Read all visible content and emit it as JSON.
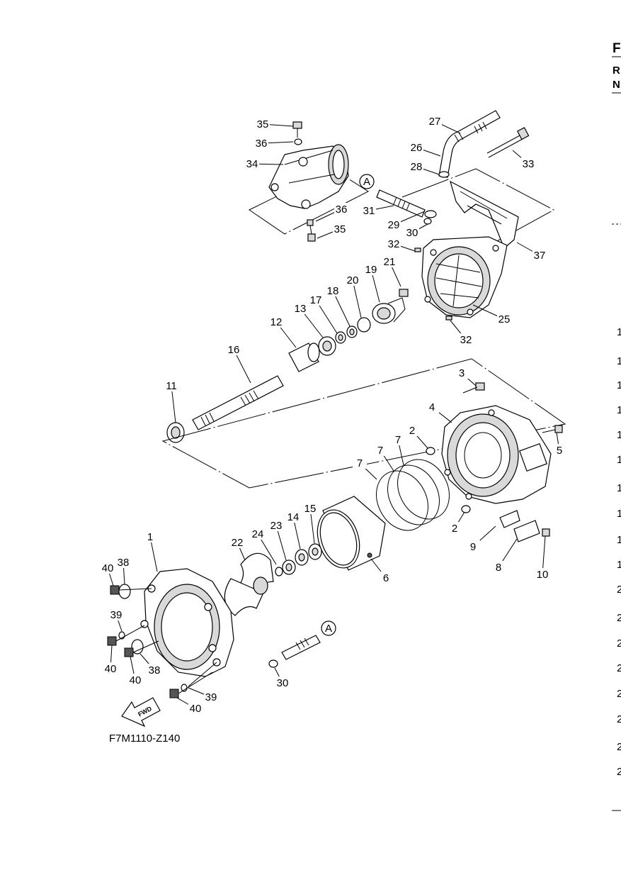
{
  "figure": {
    "code": "F7M1110-Z140",
    "fwd_label": "FWD",
    "ref_letter": "A"
  },
  "callouts": [
    "35",
    "36",
    "34",
    "36",
    "35",
    "27",
    "26",
    "28",
    "33",
    "31",
    "29",
    "30",
    "32",
    "37",
    "19",
    "21",
    "25",
    "32",
    "20",
    "18",
    "17",
    "13",
    "12",
    "16",
    "11",
    "3",
    "4",
    "5",
    "2",
    "7",
    "7",
    "7",
    "2",
    "9",
    "8",
    "10",
    "15",
    "14",
    "23",
    "24",
    "22",
    "6",
    "1",
    "38",
    "40",
    "39",
    "40",
    "40",
    "38",
    "30",
    "39",
    "40"
  ],
  "edge": {
    "header_chars": [
      "F",
      "R",
      "N"
    ],
    "row_marks": [
      "1",
      "1",
      "1",
      "1",
      "1",
      "1",
      "1",
      "1",
      "1",
      "1",
      "2",
      "2",
      "2",
      "2",
      "2",
      "2",
      "2",
      "2"
    ]
  },
  "colors": {
    "line": "#000000",
    "fill": "#d9d9d9",
    "background": "#ffffff"
  }
}
